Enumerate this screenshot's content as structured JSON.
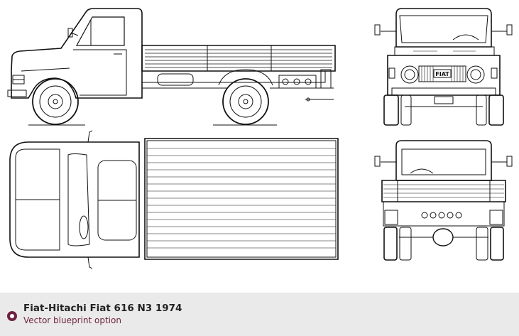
{
  "caption": {
    "title": "Fiat-Hitachi Fiat 616 N3 1974",
    "subtitle": "Vector blueprint option",
    "icon": "radio-dot-icon",
    "accent_color": "#6f2341",
    "background_color": "#eaeaea"
  },
  "grille_badge": "FIAT",
  "views": [
    "side-view",
    "front-view",
    "top-view",
    "rear-view"
  ]
}
